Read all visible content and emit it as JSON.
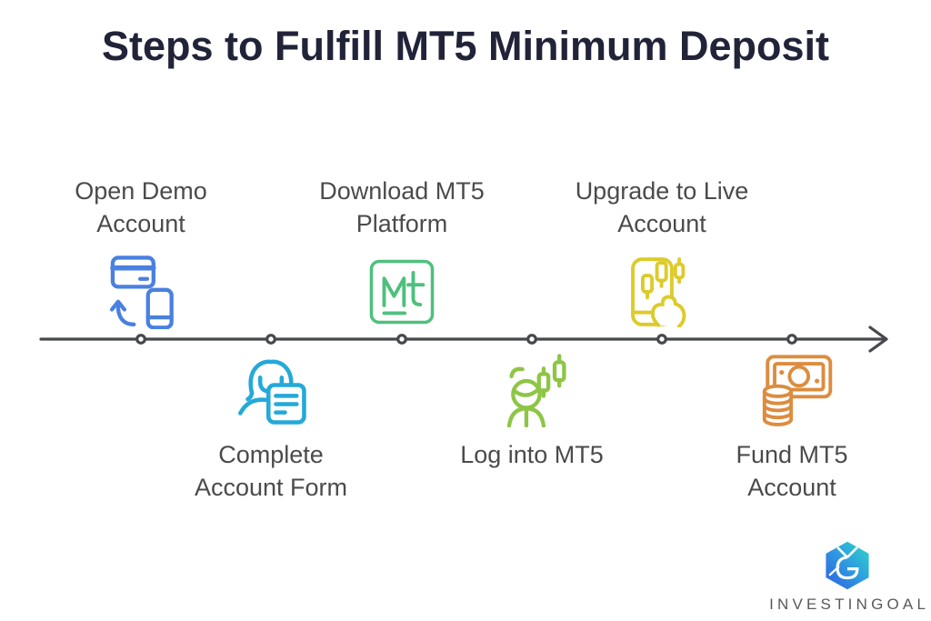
{
  "title": "Steps to Fulfill MT5 Minimum Deposit",
  "steps": [
    {
      "id": "open-demo-account",
      "lines": [
        "Open Demo",
        "Account"
      ],
      "color": "#4a80e0",
      "icon": "card-phone-swap-icon",
      "position": "above"
    },
    {
      "id": "complete-account-form",
      "lines": [
        "Complete",
        "Account Form"
      ],
      "color": "#24a9d8",
      "icon": "person-form-icon",
      "position": "below"
    },
    {
      "id": "download-mt5-platform",
      "lines": [
        "Download MT5",
        "Platform"
      ],
      "color": "#4ec07d",
      "icon": "mt-platform-icon",
      "position": "above"
    },
    {
      "id": "log-into-mt5",
      "lines": [
        "Log into MT5"
      ],
      "color": "#8ec546",
      "icon": "trader-chart-icon",
      "position": "below"
    },
    {
      "id": "upgrade-to-live-account",
      "lines": [
        "Upgrade to Live",
        "Account"
      ],
      "color": "#ddcb2b",
      "icon": "phone-hand-icon",
      "position": "above"
    },
    {
      "id": "fund-mt5-account",
      "lines": [
        "Fund MT5",
        "Account"
      ],
      "color": "#dd8c3f",
      "icon": "money-coins-icon",
      "position": "below"
    }
  ],
  "timeline": {
    "direction": "left-to-right",
    "line_color": "#46484b",
    "dot_fill": "#ffffff",
    "dot_count": 6
  },
  "brand": {
    "name": "INVESTINGOAL",
    "text_color": "#58595b",
    "logo_gradient_start": "#2e5ee0",
    "logo_gradient_mid": "#2f9fe0",
    "logo_gradient_end": "#2bd9c8"
  }
}
